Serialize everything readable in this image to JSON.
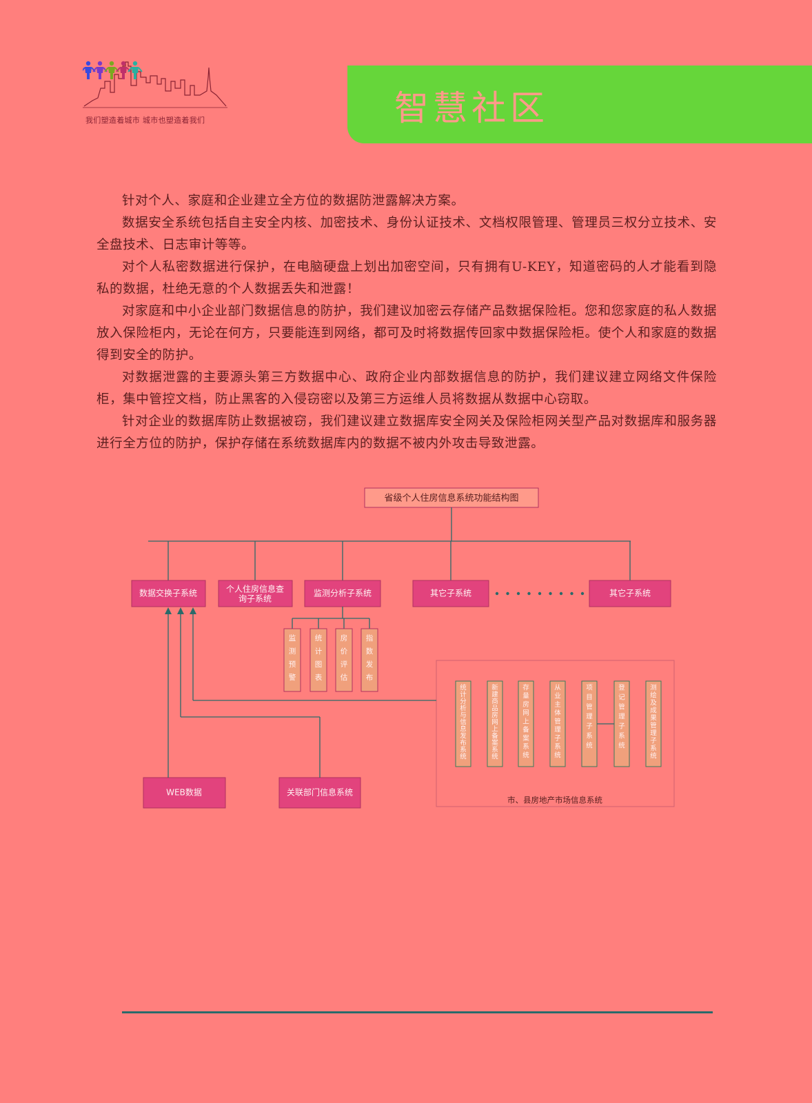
{
  "header": {
    "slogan": "我们塑造着城市  城市也塑造着我们",
    "title": "智慧社区",
    "logo_icon": "city-skyline-icon",
    "people_colors": [
      "#3a4adf",
      "#7a3ac8",
      "#7aa820",
      "#c0306a",
      "#2ab0a0"
    ]
  },
  "paragraphs": [
    "针对个人、家庭和企业建立全方位的数据防泄露解决方案。",
    "数据安全系统包括自主安全内核、加密技术、身份认证技术、文档权限管理、管理员三权分立技术、安全盘技术、日志审计等等。",
    "对个人私密数据进行保护，在电脑硬盘上划出加密空间，只有拥有U-KEY，知道密码的人才能看到隐私的数据，杜绝无意的个人数据丢失和泄露！",
    "对家庭和中小企业部门数据信息的防护，我们建议加密云存储产品数据保险柜。您和您家庭的私人数据放入保险柜内，无论在何方，只要能连到网络，都可及时将数据传回家中数据保险柜。使个人和家庭的数据得到安全的防护。",
    "对数据泄露的主要源头第三方数据中心、政府企业内部数据信息的防护，我们建议建立网络文件保险柜，集中管控文档，防止黑客的入侵窃密以及第三方运维人员将数据从数据中心窃取。",
    "针对企业的数据库防止数据被窃，我们建议建立数据库安全网关及保险柜网关型产品对数据库和服务器进行全方位的防护，保护存储在系统数据库内的数据不被内外攻击导致泄露。"
  ],
  "diagram": {
    "root": "省级个人住房信息系统功能结构图",
    "subsystems": [
      "数据交换子系统",
      "个人住房信息查询子系统",
      "监测分析子系统",
      "其它子系统",
      "其它子系统"
    ],
    "subsystem_lines": [
      [
        "数据交换子系统"
      ],
      [
        "个人住房信息查",
        "询子系统"
      ],
      [
        "监测分析子系统"
      ],
      [
        "其它子系统"
      ],
      [
        "其它子系统"
      ]
    ],
    "monitor_children": [
      "监测预警",
      "统计图表",
      "房价评估",
      "指数发布"
    ],
    "city_system_label": "市、县房地产市场信息系统",
    "city_modules": [
      "统计分析与信息发布系统",
      "新建商品房网上备案系统",
      "存量房网上备案系统",
      "从业主体管理子系统",
      "项目管理子系统",
      "登记管理子系统",
      "测绘及成果管理子系统"
    ],
    "sources": [
      "WEB数据",
      "关联部门信息系统"
    ]
  },
  "colors": {
    "background": "#ff7f7d",
    "banner": "#66d63a",
    "line": "#2a6a6a",
    "box_fill": "#e2437d",
    "root_fill": "#ff9a8a",
    "tall_fill": "#f0a07c",
    "box_text": "#fff2f2",
    "city_text": "#5a2020"
  }
}
